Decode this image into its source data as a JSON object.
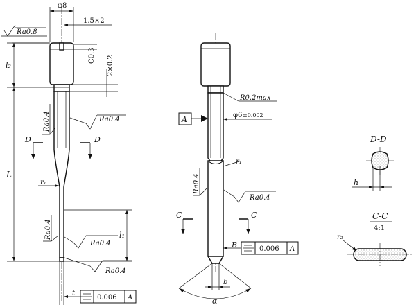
{
  "view_left": {
    "dim_diameter": "φ8",
    "dim_chamfer_top": "1.5×2",
    "dim_chamfer_c": "C0.3",
    "dim_neck": "2×0.2",
    "label_l2": "l₂",
    "label_L": "L",
    "label_l1": "l₁",
    "label_r1": "r₁",
    "label_t": "t",
    "section_mark_D": "D",
    "roughness_head": "Ra0.8",
    "roughness_shank_vertical": "Ra0.4",
    "roughness_shank": "Ra0.4",
    "roughness_tip_vertical": "Ra0.4",
    "roughness_tip_1": "Ra0.4",
    "roughness_tip_2": "Ra0.4",
    "tolerance_value": "0.006",
    "tolerance_datum": "A"
  },
  "view_middle": {
    "datum_box": "A",
    "radius_note": "R0.2max",
    "diameter_note": "φ6",
    "diameter_tolerance": "±0.002",
    "label_r1": "r₁",
    "roughness_vertical": "Ra0.4",
    "roughness": "Ra0.4",
    "section_mark_C": "C",
    "datum_B": "B",
    "tolerance_value": "0.006",
    "tolerance_datum": "A",
    "label_b": "b",
    "label_alpha": "α"
  },
  "view_right": {
    "section_dd_title": "D-D",
    "label_h": "h",
    "section_cc_title": "C-C",
    "section_cc_scale": "4:1",
    "label_r2": "r₂"
  }
}
